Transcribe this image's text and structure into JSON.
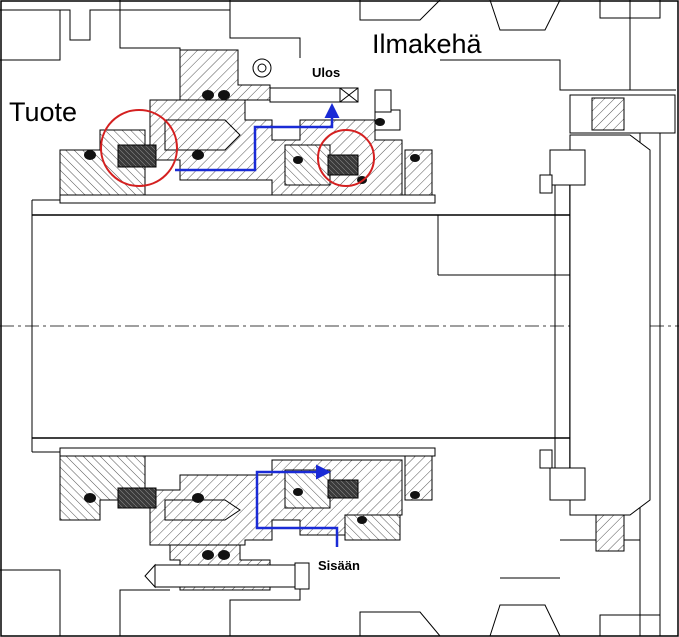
{
  "labels": {
    "product": "Tuote",
    "atmosphere": "Ilmakehä",
    "outlet": "Ulos",
    "inlet": "Sisään"
  },
  "colors": {
    "line": "#000000",
    "flow": "#1a2bd6",
    "highlight": "#d42020",
    "hatch": "#555555",
    "seal_face": "#333333"
  }
}
